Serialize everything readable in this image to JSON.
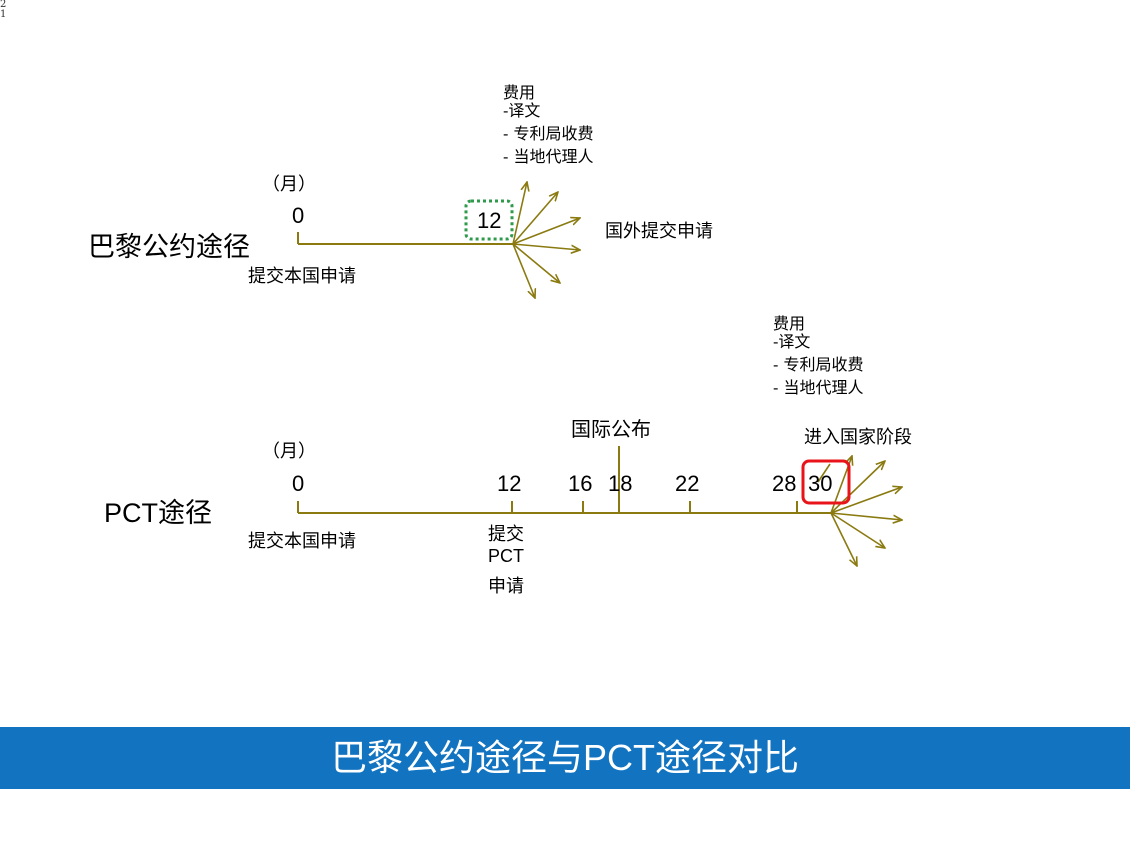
{
  "corner_mark": "2\n1",
  "colors": {
    "line": "#8a7a10",
    "green_dotted": "#2e9a4a",
    "red_box": "#e8141a",
    "footer_bg": "#1273c0",
    "footer_text": "#ffffff"
  },
  "paris": {
    "route_label": "巴黎公约途径",
    "month_unit": "（月）",
    "start_tick": "0",
    "start_caption": "提交本国申请",
    "end_tick": "12",
    "end_caption": "国外提交申请",
    "costs_title": "费用",
    "costs_items": [
      "-译文",
      "- 专利局收费",
      "- 当地代理人"
    ]
  },
  "pct": {
    "route_label": "PCT途径",
    "month_unit": "（月）",
    "ticks": [
      "0",
      "12",
      "16",
      "18",
      "22",
      "28",
      "30"
    ],
    "start_caption": "提交本国申请",
    "pct_filing_caption": [
      "提交",
      "PCT",
      "申请"
    ],
    "publication_label": "国际公布",
    "national_phase_label": "进入国家阶段",
    "costs_title": "费用",
    "costs_items": [
      "-译文",
      "- 专利局收费",
      "- 当地代理人"
    ]
  },
  "footer": {
    "title": "巴黎公约途径与PCT途径对比"
  }
}
